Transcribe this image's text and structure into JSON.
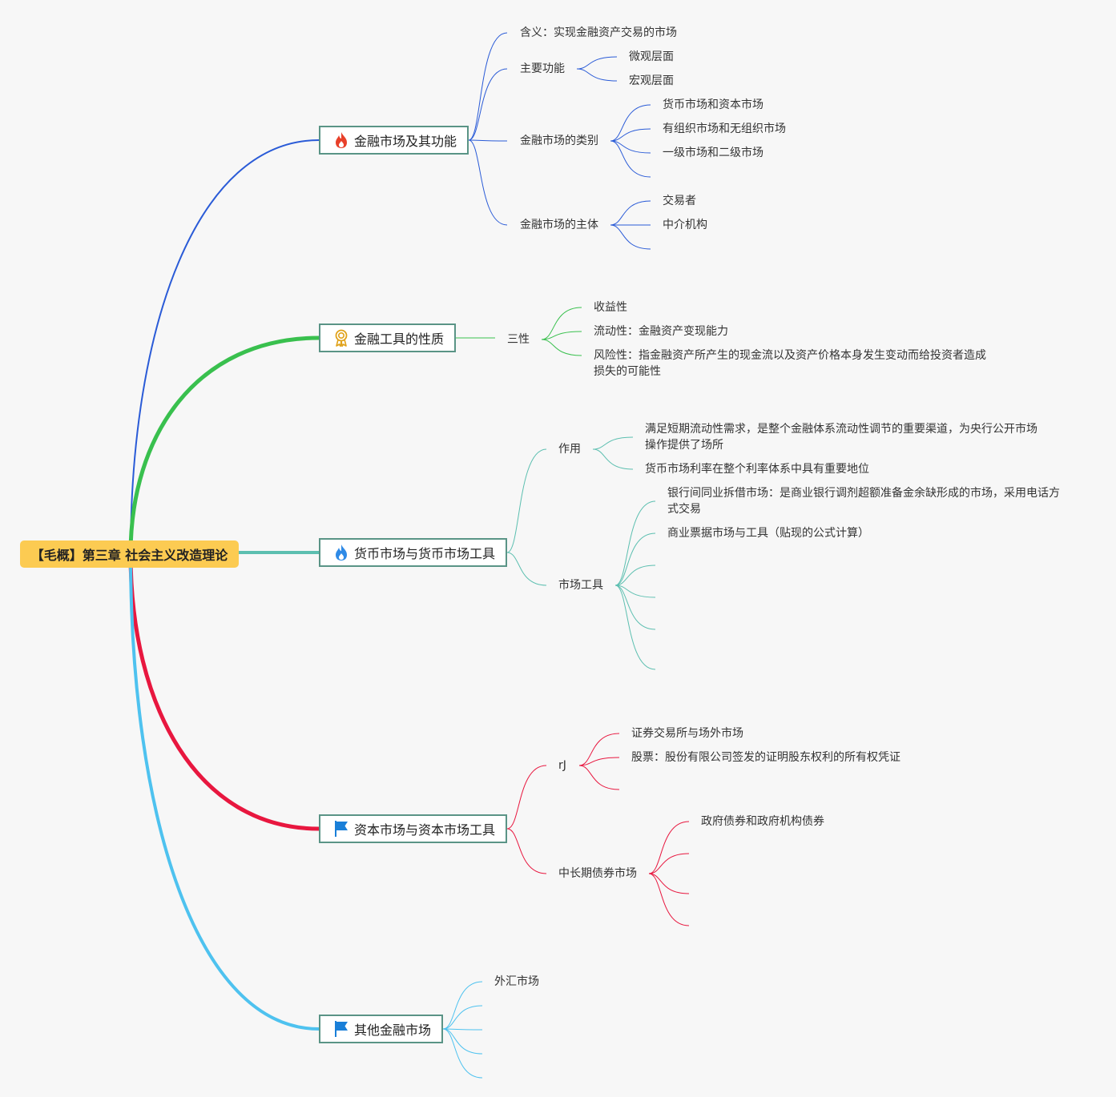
{
  "root": {
    "title": "【毛概】第三章 社会主义改造理论"
  },
  "colors": {
    "b1": "#2a5bd7",
    "b2": "#39c04e",
    "b3": "#5cbfb0",
    "b4": "#e8173f",
    "b5": "#4ec2ef",
    "root_bg": "#fccb52"
  },
  "branch1": {
    "title": "金融市场及其功能",
    "icon": "fire-icon",
    "meaning": "含义：实现金融资产交易的市场",
    "functions": {
      "label": "主要功能",
      "items": [
        "微观层面",
        "宏观层面"
      ]
    },
    "types": {
      "label": "金融市场的类别",
      "items": [
        "货币市场和资本市场",
        "有组织市场和无组织市场",
        "一级市场和二级市场"
      ]
    },
    "subjects": {
      "label": "金融市场的主体",
      "items": [
        "交易者",
        "中介机构"
      ]
    }
  },
  "branch2": {
    "title": "金融工具的性质",
    "icon": "medal-icon",
    "three": {
      "label": "三性",
      "items": [
        "收益性",
        "流动性：金融资产变现能力",
        "风险性：指金融资产所产生的现金流以及资产价格本身发生变动而给投资者造成损失的可能性"
      ]
    }
  },
  "branch3": {
    "title": "货币市场与货币市场工具",
    "icon": "blue-fire-icon",
    "role": {
      "label": "作用",
      "items": [
        "满足短期流动性需求，是整个金融体系流动性调节的重要渠道，为央行公开市场操作提供了场所",
        "货币市场利率在整个利率体系中具有重要地位"
      ]
    },
    "tools": {
      "label": "市场工具",
      "items": [
        "银行间同业拆借市场：是商业银行调剂超额准备金余缺形成的市场，采用电话方式交易",
        "商业票据市场与工具（贴现的公式计算）"
      ]
    }
  },
  "branch4": {
    "title": "资本市场与资本市场工具",
    "icon": "flag-icon",
    "rj": {
      "label": "rJ",
      "items": [
        "证券交易所与场外市场",
        "股票：股份有限公司签发的证明股东权利的所有权凭证"
      ]
    },
    "bonds": {
      "label": "中长期债券市场",
      "items": [
        "政府债券和政府机构债券"
      ]
    }
  },
  "branch5": {
    "title": "其他金融市场",
    "icon": "flag-icon",
    "items": [
      "外汇市场"
    ]
  }
}
